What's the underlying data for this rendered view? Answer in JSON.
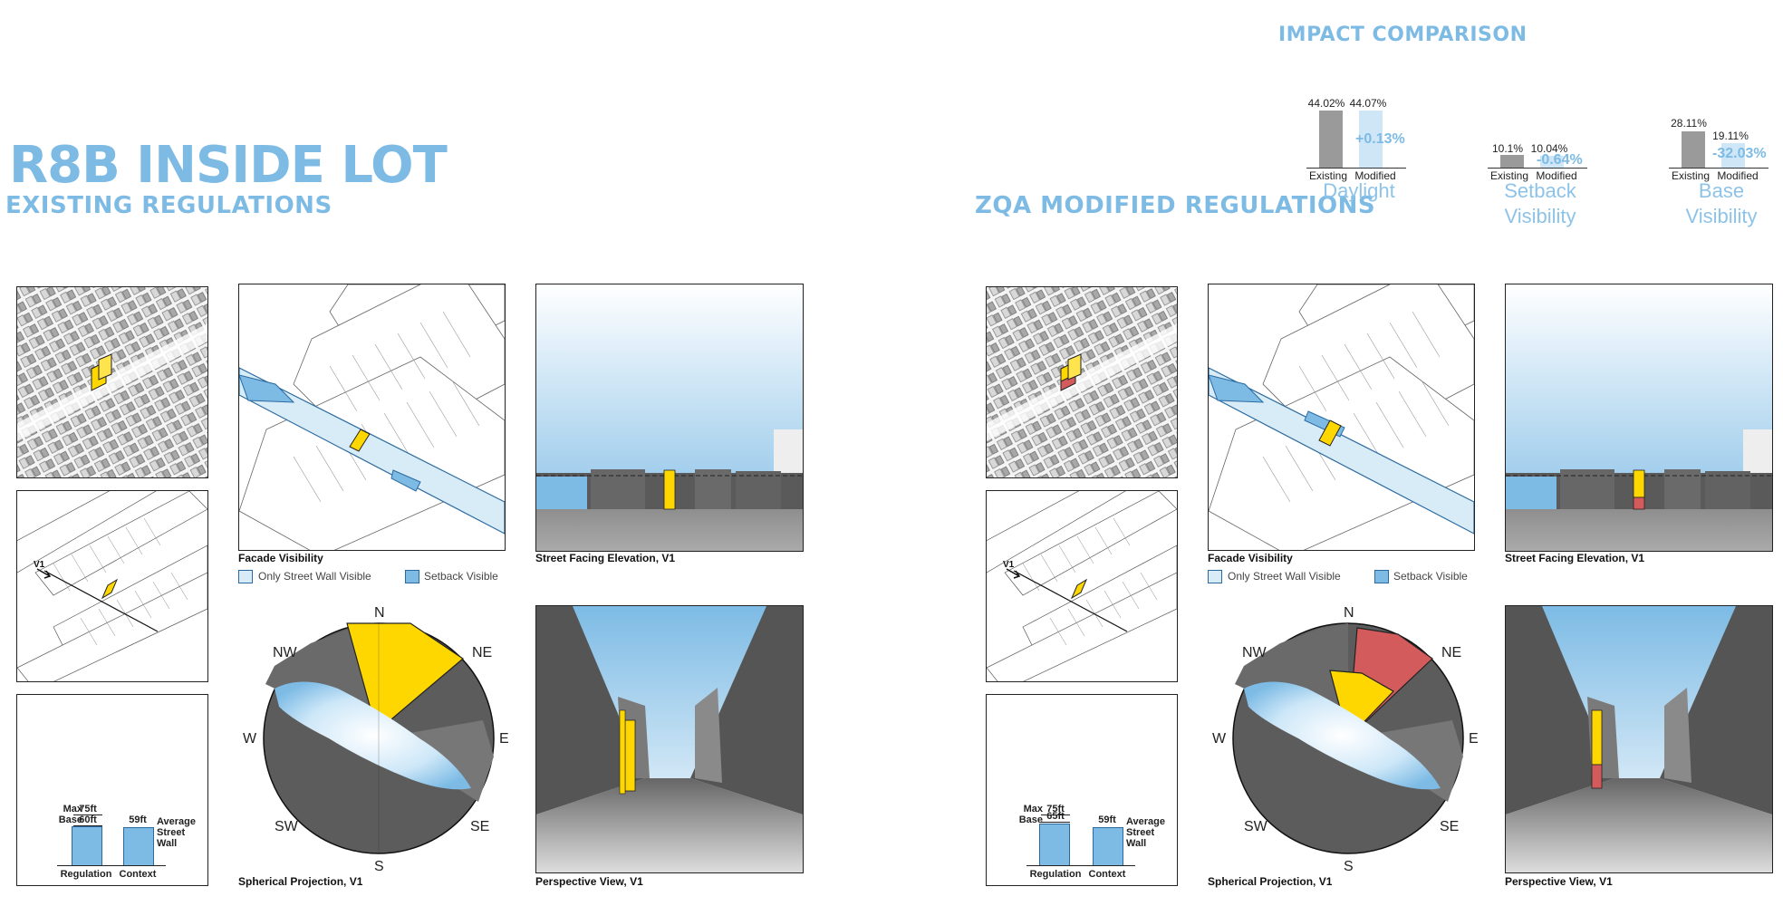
{
  "title": "R8B INSIDE LOT",
  "impact": {
    "title": "IMPACT COMPARISON",
    "bar_labels": {
      "existing": "Existing",
      "modified": "Modified"
    },
    "metrics": [
      {
        "name_line1": "Daylight",
        "name_line2": "",
        "existing": "44.02%",
        "modified": "44.07%",
        "delta": "+0.13%",
        "existing_value": 44.02,
        "modified_value": 44.07
      },
      {
        "name_line1": "Setback",
        "name_line2": "Visibility",
        "existing": "10.1%",
        "modified": "10.04%",
        "delta": "-0.64%",
        "existing_value": 10.1,
        "modified_value": 10.04
      },
      {
        "name_line1": "Base",
        "name_line2": "Visibility",
        "existing": "28.11%",
        "modified": "19.11%",
        "delta": "-32.03%",
        "existing_value": 28.11,
        "modified_value": 19.11
      }
    ]
  },
  "existing": {
    "heading": "EXISTING REGULATIONS",
    "base_max_label": "75ft",
    "base_value_label": "60ft",
    "context_label": "59ft"
  },
  "modified": {
    "heading": "ZQA MODIFIED REGULATIONS",
    "base_max_label": "75ft",
    "base_value_label": "65ft",
    "context_label": "59ft"
  },
  "captions": {
    "facade": "Facade Visibility",
    "elevation": "Street Facing Elevation, V1",
    "spherical": "Spherical Projection, V1",
    "perspective": "Perspective View, V1"
  },
  "legend": {
    "street_wall": "Only Street Wall Visible",
    "setback": "Setback Visible"
  },
  "height_chart": {
    "max_base_line1": "Max",
    "max_base_line2": "Base",
    "regulation": "Regulation",
    "context": "Context",
    "avg_line1": "Average",
    "avg_line2": "Street",
    "avg_line3": "Wall"
  },
  "compass": {
    "n": "N",
    "ne": "NE",
    "e": "E",
    "se": "SE",
    "s": "S",
    "sw": "SW",
    "w": "W",
    "nw": "NW"
  },
  "view_marker": "V1",
  "colors": {
    "accent_blue": "#7dbbe5",
    "sky_blue": "#8cc8ee",
    "building_yellow": "#ffd700",
    "setback_red": "#d45b5b",
    "dark_gray": "#555555"
  }
}
